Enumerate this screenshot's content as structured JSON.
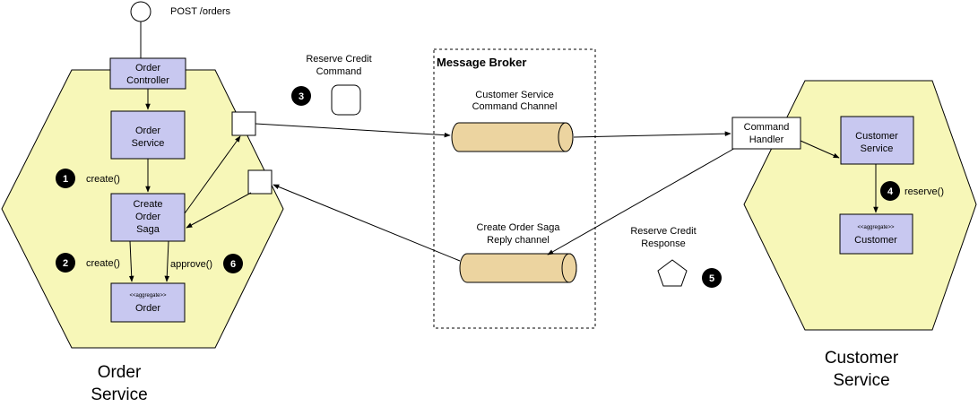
{
  "colors": {
    "hexagon_fill": "#f7f7b8",
    "component_fill": "#c8c8f0",
    "channel_fill": "#ecd4a0",
    "arrow": "#000000",
    "badge": "#000000"
  },
  "entry": {
    "label": "POST /orders"
  },
  "order_service": {
    "title_line1": "Order",
    "title_line2": "Service",
    "controller": {
      "line1": "Order",
      "line2": "Controller"
    },
    "service": {
      "line1": "Order",
      "line2": "Service"
    },
    "saga": {
      "line1": "Create",
      "line2": "Order",
      "line3": "Saga"
    },
    "order": {
      "stereotype": "<<aggregate>>",
      "name": "Order"
    }
  },
  "customer_service": {
    "title_line1": "Customer",
    "title_line2": "Service",
    "command_handler": {
      "line1": "Command",
      "line2": "Handler"
    },
    "service": {
      "line1": "Customer",
      "line2": "Service"
    },
    "customer": {
      "stereotype": "<<aggregate>>",
      "name": "Customer"
    }
  },
  "broker": {
    "title": "Message Broker",
    "command_channel": {
      "line1": "Customer Service",
      "line2": "Command Channel"
    },
    "reply_channel": {
      "line1": "Create Order Saga",
      "line2": "Reply channel"
    }
  },
  "messages": {
    "command": {
      "line1": "Reserve Credit",
      "line2": "Command"
    },
    "response": {
      "line1": "Reserve Credit",
      "line2": "Response"
    }
  },
  "steps": [
    {
      "number": "1",
      "label": "create()"
    },
    {
      "number": "2",
      "label": "create()"
    },
    {
      "number": "3",
      "label": ""
    },
    {
      "number": "4",
      "label": "reserve()"
    },
    {
      "number": "5",
      "label": ""
    },
    {
      "number": "6",
      "label": "approve()"
    }
  ]
}
